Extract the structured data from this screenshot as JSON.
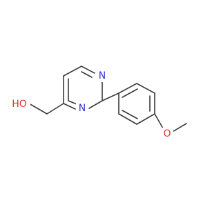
{
  "molecule": {
    "labels": {
      "oh": "HO",
      "n_top": "N",
      "n_bottom": "N",
      "o_methoxy": "O"
    },
    "colors": {
      "bond": "#3a3a3a",
      "nitrogen": "#3333cc",
      "oxygen": "#e8322d"
    }
  }
}
